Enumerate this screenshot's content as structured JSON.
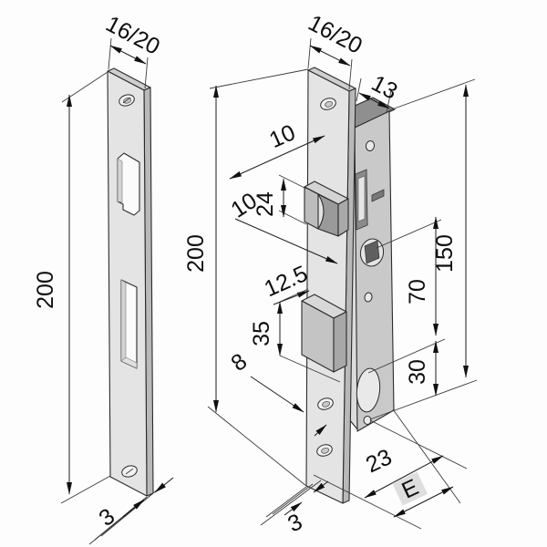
{
  "drawing": {
    "kind": "mortise-lock-technical-drawing",
    "units": "mm",
    "parts": [
      "strike-plate",
      "lock-body"
    ]
  },
  "labels": {
    "strike_width": "16/20",
    "strike_length": "200",
    "strike_thickness": "3",
    "face_width": "16/20",
    "case_width": "13",
    "latch_protrusion": "10",
    "latch_height": "24",
    "latch_inset": "10",
    "face_length": "200",
    "bolt_inset": "12.5",
    "bolt_height": "35",
    "bolt_throw": "8",
    "fixing_span": "150",
    "handle_cylinder_distance": "70",
    "cylinder_bottom_distance": "30",
    "case_depth": "23",
    "backset": "E",
    "face_thickness": "3"
  }
}
